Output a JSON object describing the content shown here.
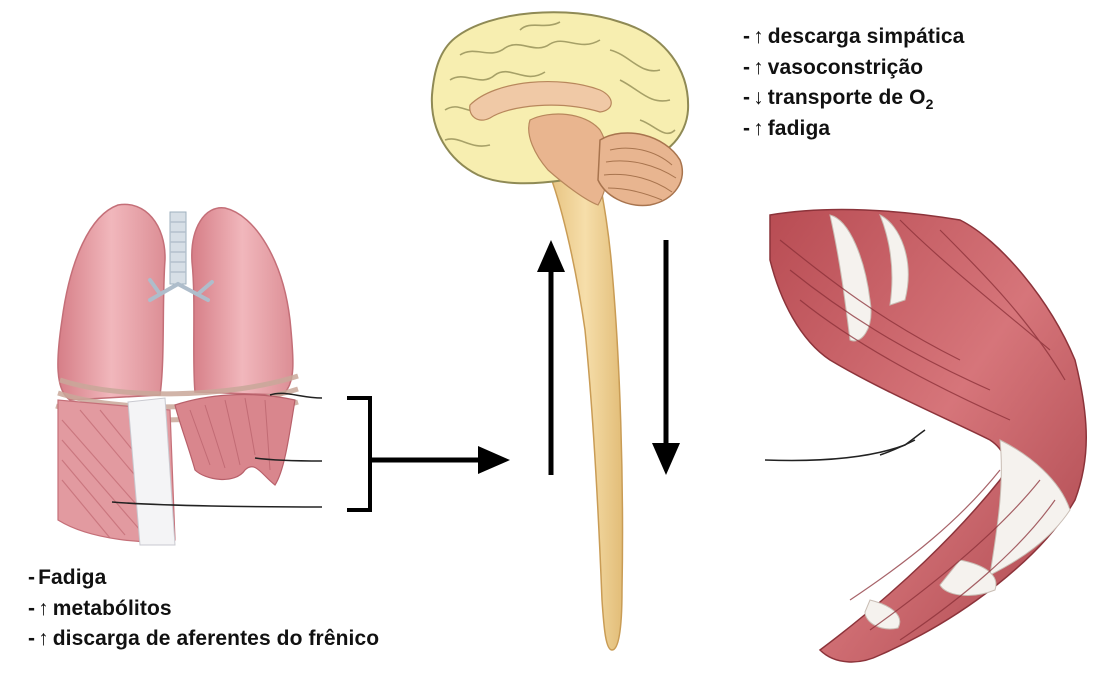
{
  "brain_effects": [
    {
      "arrow": "↑",
      "text": "descarga simpática"
    },
    {
      "arrow": "↑",
      "text": "vasoconstrição"
    },
    {
      "arrow": "↓",
      "text": "transporte de O",
      "subscript": "2"
    },
    {
      "arrow": "↑",
      "text": "fadiga"
    }
  ],
  "diaphragm_effects": [
    {
      "arrow": "",
      "text": "Fadiga"
    },
    {
      "arrow": "↑",
      "text": "metabólitos"
    },
    {
      "arrow": "↑",
      "text": "discarga de aferentes do frênico"
    }
  ],
  "colors": {
    "lung_pink": "#e8a1a8",
    "muscle_red": "#c85a5e",
    "brain_yellow": "#f7eeb0",
    "spinal_cord": "#efd39a",
    "arrow": "#000000"
  }
}
